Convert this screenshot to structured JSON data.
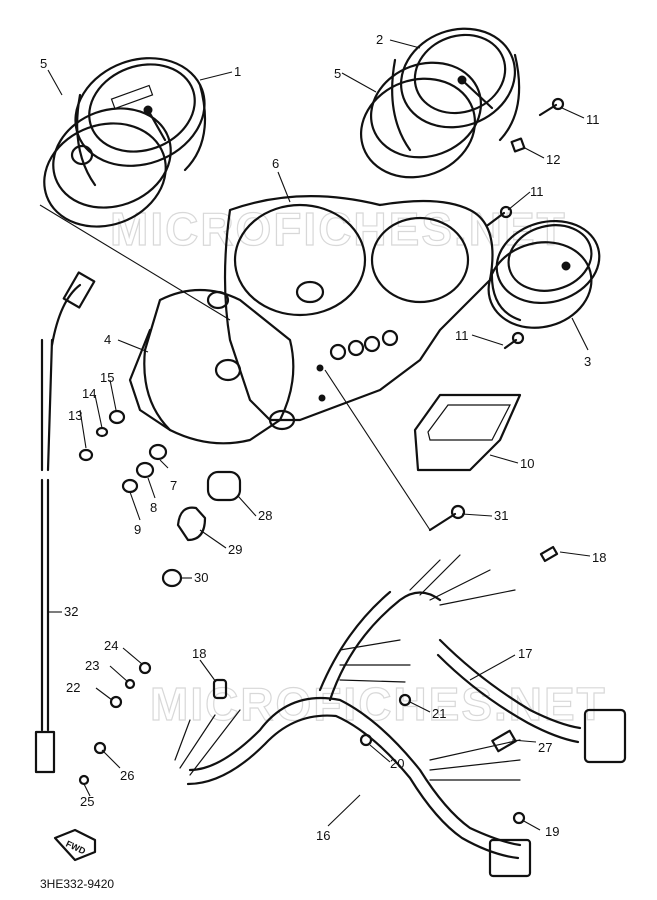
{
  "diagram_code": "3HE332-9420",
  "fwd_label": "FWD",
  "watermark": "MICROFICHES.NET",
  "callouts": [
    {
      "id": "c1",
      "label": "1"
    },
    {
      "id": "c2",
      "label": "2"
    },
    {
      "id": "c3",
      "label": "3"
    },
    {
      "id": "c4",
      "label": "4"
    },
    {
      "id": "c5a",
      "label": "5"
    },
    {
      "id": "c5b",
      "label": "5"
    },
    {
      "id": "c6",
      "label": "6"
    },
    {
      "id": "c7",
      "label": "7"
    },
    {
      "id": "c8",
      "label": "8"
    },
    {
      "id": "c9",
      "label": "9"
    },
    {
      "id": "c10",
      "label": "10"
    },
    {
      "id": "c11a",
      "label": "11"
    },
    {
      "id": "c11b",
      "label": "11"
    },
    {
      "id": "c11c",
      "label": "11"
    },
    {
      "id": "c12",
      "label": "12"
    },
    {
      "id": "c13",
      "label": "13"
    },
    {
      "id": "c14",
      "label": "14"
    },
    {
      "id": "c15",
      "label": "15"
    },
    {
      "id": "c16",
      "label": "16"
    },
    {
      "id": "c17",
      "label": "17"
    },
    {
      "id": "c18a",
      "label": "18"
    },
    {
      "id": "c18b",
      "label": "18"
    },
    {
      "id": "c19",
      "label": "19"
    },
    {
      "id": "c20",
      "label": "20"
    },
    {
      "id": "c21",
      "label": "21"
    },
    {
      "id": "c22",
      "label": "22"
    },
    {
      "id": "c23",
      "label": "23"
    },
    {
      "id": "c24",
      "label": "24"
    },
    {
      "id": "c25",
      "label": "25"
    },
    {
      "id": "c26",
      "label": "26"
    },
    {
      "id": "c27",
      "label": "27"
    },
    {
      "id": "c28",
      "label": "28"
    },
    {
      "id": "c29",
      "label": "29"
    },
    {
      "id": "c30",
      "label": "30"
    },
    {
      "id": "c31",
      "label": "31"
    },
    {
      "id": "c32",
      "label": "32"
    }
  ]
}
